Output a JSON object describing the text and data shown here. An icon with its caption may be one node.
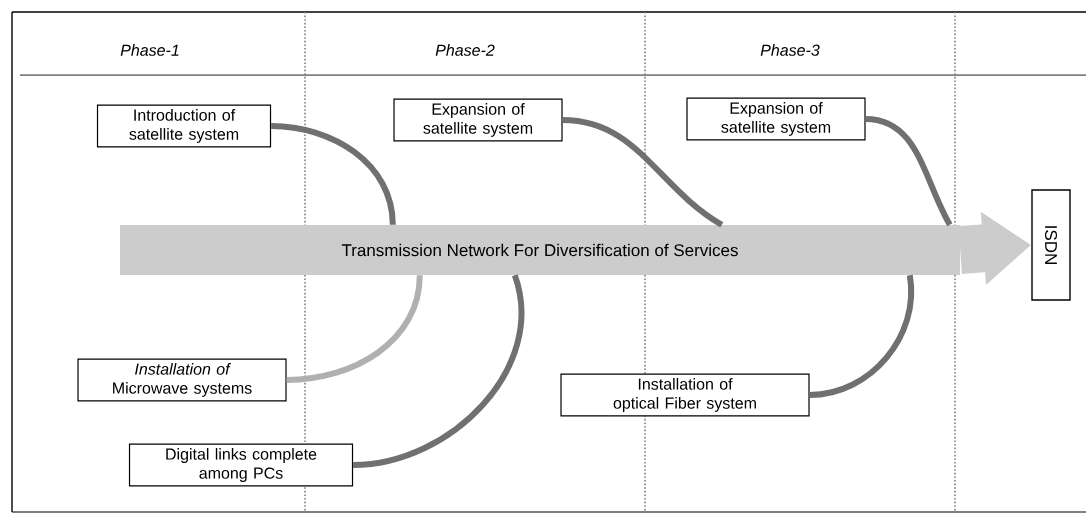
{
  "diagram": {
    "nodes": [
      {
        "text": [
          "Introduction of satellite system"
        ]
      },
      {
        "text": [
          "Expansion of satellite system"
        ]
      },
      {
        "text": [
          "Expansion of satellite system"
        ]
      },
      {
        "text": [
          "Transmission Network For Diversification of Services"
        ]
      },
      {
        "text": [
          "ISDN"
        ]
      },
      {
        "text": [
          "*Installation of* Microwave systems"
        ]
      },
      {
        "text": [
          "Digital links complete among PCs"
        ]
      },
      {
        "text": [
          "Installation of optical Fiber system"
        ]
      }
    ],
    "edges": [
      {
        "from": 0,
        "to": 3,
        "arrow": "none"
      },
      {
        "from": 1,
        "to": 3,
        "arrow": "none"
      },
      {
        "from": 2,
        "to": 3,
        "arrow": "none"
      },
      {
        "from": 3,
        "to": 4,
        "arrow": "to",
        "style": "thick",
        "color": "#cccccc"
      },
      {
        "from": 5,
        "to": 3,
        "arrow": "none",
        "color": "#b0b0b0"
      },
      {
        "from": 6,
        "to": 3,
        "arrow": "none"
      },
      {
        "from": 7,
        "to": 3,
        "arrow": "none"
      }
    ],
    "labels": [
      "Phase-1",
      "Phase-2",
      "Phase-3"
    ]
  }
}
